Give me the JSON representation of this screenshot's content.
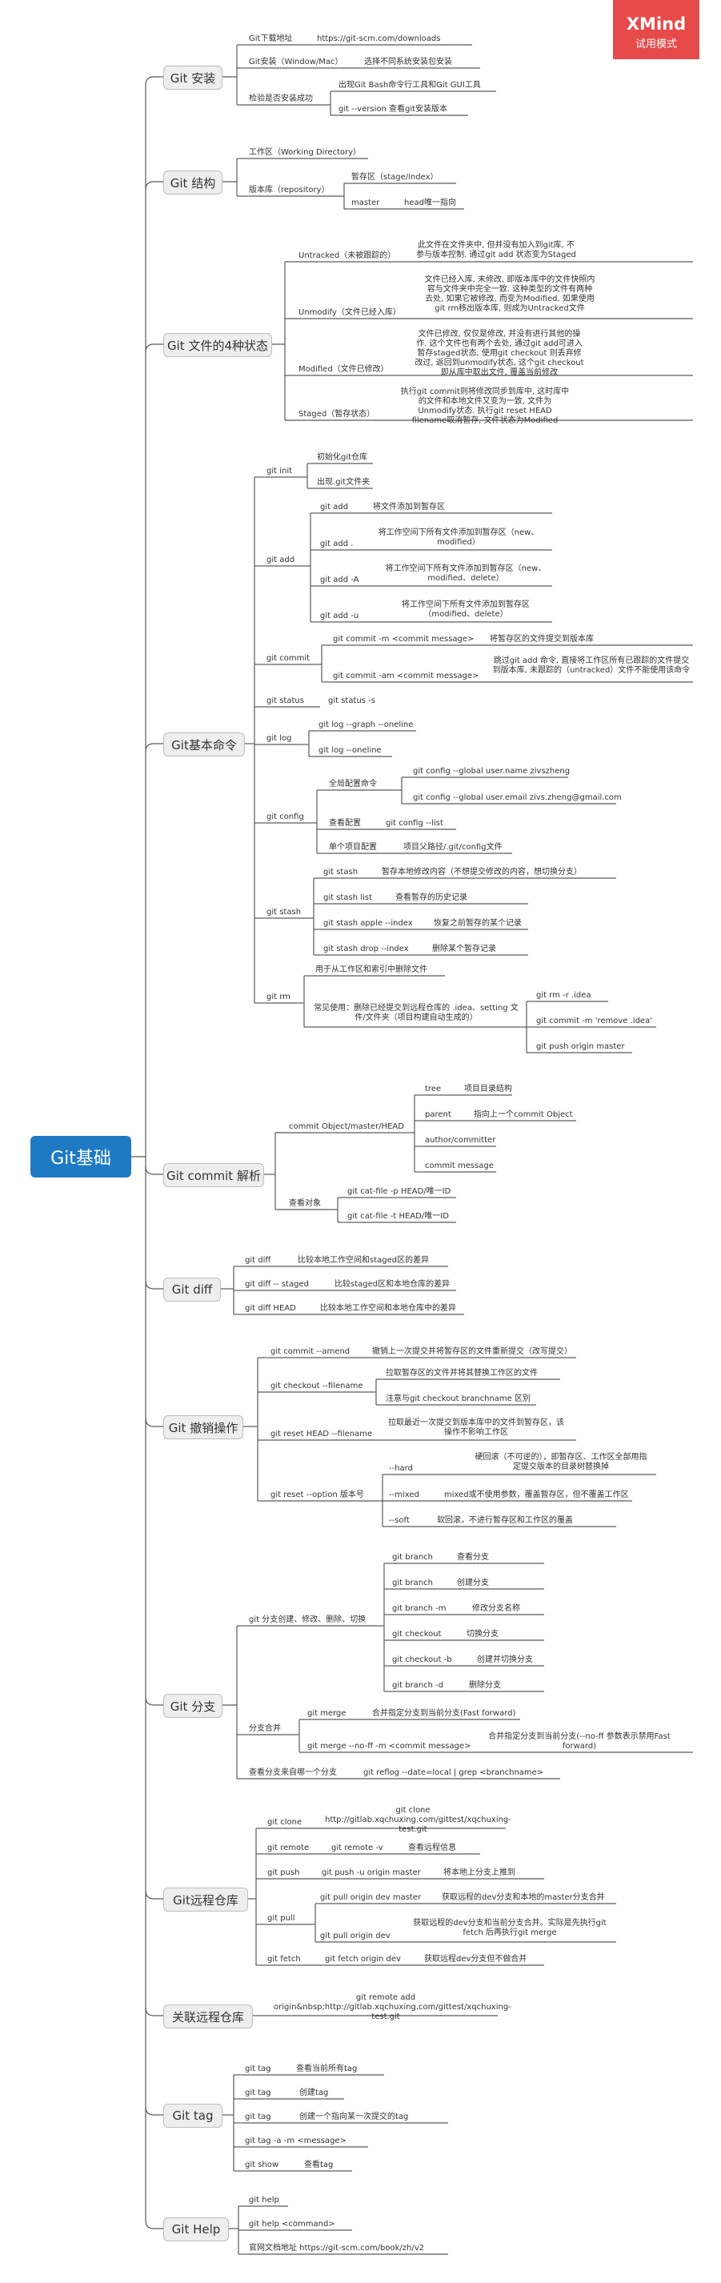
{
  "badge": {
    "brand": "XMind",
    "mode": "试用模式"
  },
  "root": "Git基础",
  "branches": {
    "install": {
      "label": "Git 安装",
      "download_key": "Git下载地址",
      "download_url": "https://git-scm.com/downloads",
      "install_key": "Git安装（Window/Mac）",
      "install_note": "选择不同系统安装包安装",
      "check_key": "检验是否安装成功",
      "check_1": "出现Git Bash命令行工具和Git GUI工具",
      "check_2": "git --version  查看git安装版本"
    },
    "structure": {
      "label": "Git 结构",
      "workdir": "工作区（Working Directory）",
      "repo": "版本库（repository）",
      "stage": "暂存区（stage/index）",
      "master": "master",
      "head": "head唯一指向"
    },
    "states": {
      "label": "Git 文件的4种状态",
      "untracked": "Untracked（未被跟踪的）",
      "untracked_desc": "此文件在文件夹中, 但并没有加入到git库, 不参与版本控制. 通过git add 状态变为Staged",
      "unmodify": "Unmodify（文件已经入库）",
      "unmodify_desc": "文件已经入库, 未修改, 即版本库中的文件快照内容与文件夹中完全一致. 这种类型的文件有两种去处, 如果它被修改, 而变为Modified. 如果使用git rm移出版本库, 则成为Untracked文件",
      "modified": "Modified（文件已修改）",
      "modified_desc": "文件已修改, 仅仅是修改, 并没有进行其他的操作. 这个文件也有两个去处, 通过git add可进入暂存staged状态, 使用git checkout 则丢弃修改过, 返回到unmodify状态, 这个git checkout即从库中取出文件, 覆盖当前修改",
      "staged": "Staged（暂存状态）",
      "staged_desc": "执行git commit则将修改同步到库中, 这时库中的文件和本地文件又变为一致, 文件为Unmodify状态. 执行git reset HEAD filename取消暂存, 文件状态为Modified"
    },
    "basic": {
      "label": "Git基本命令",
      "init": "git init",
      "init_1": "初始化git仓库",
      "init_2": "出现.git文件夹",
      "add": "git add",
      "add_1": "git add",
      "add_1_desc": "将文件添加到暂存区",
      "add_2": "git add .",
      "add_2_desc": "将工作空间下所有文件添加到暂存区（new、modified）",
      "add_3": "git add -A",
      "add_3_desc": "将工作空间下所有文件添加到暂存区（new、modified、delete）",
      "add_4": "git add -u",
      "add_4_desc": "将工作空间下所有文件添加到暂存区（modified、delete）",
      "commit": "git commit",
      "commit_1": "git commit -m <commit message>",
      "commit_1_desc": "将暂存区的文件提交到版本库",
      "commit_2": "git commit -am <commit message>",
      "commit_2_desc": "跳过git add 命令, 直接将工作区所有已跟踪的文件提交到版本库, 未跟踪的（untracked）文件不能使用该命令",
      "status": "git status",
      "status_1": "git status -s",
      "log": "git log",
      "log_1": "git log --graph --oneline",
      "log_2": "git log --oneline",
      "config": "git config",
      "config_global": "全局配置命令",
      "config_g1": "git config --global user.name zivszheng",
      "config_g2": "git config --global user.email zivs.zheng@gmail.com",
      "config_view": "查看配置",
      "config_view_cmd": "git config --list",
      "config_single": "单个项目配置",
      "config_single_path": "项目父路径/.git/config文件",
      "stash": "git stash",
      "stash_1": "git stash",
      "stash_1_desc": "暂存本地修改内容（不想提交修改的内容，想切换分支）",
      "stash_2": "git stash list",
      "stash_2_desc": "查看暂存的历史记录",
      "stash_3": "git stash apple --index",
      "stash_3_desc": "恢复之前暂存的某个记录",
      "stash_4": "git stash drop --index",
      "stash_4_desc": "删除某个暂存记录",
      "rm": "git rm",
      "rm_1": "用于从工作区和索引中删除文件",
      "rm_2": "常见使用：删除已经提交到远程仓库的 .idea、setting 文件/文件夹（项目构建自动生成的）",
      "rm_2a": "git rm -r .idea",
      "rm_2b": "git commit -m 'remove .idea'",
      "rm_2c": "git push origin master"
    },
    "commit_parse": {
      "label": "Git commit 解析",
      "head": "commit Object/master/HEAD",
      "tree": "tree",
      "tree_desc": "项目目录结构",
      "parent": "parent",
      "parent_desc": "指向上一个commit Object",
      "author": "author/committer",
      "message": "commit message",
      "view": "查看对象",
      "view_1": "git cat-file -p HEAD/唯一ID",
      "view_2": "git cat-file -t HEAD/唯一ID"
    },
    "diff": {
      "label": "Git diff",
      "d1": "git diff",
      "d1_desc": "比较本地工作空间和staged区的差异",
      "d2": "git diff -- staged",
      "d2_desc": "比较staged区和本地仓库的差异",
      "d3": "git diff HEAD",
      "d3_desc": "比较本地工作空间和本地仓库中的差异"
    },
    "undo": {
      "label": "Git 撤销操作",
      "amend": "git commit --amend",
      "amend_desc": "撤销上一次提交并将暂存区的文件重新提交（改写提交）",
      "checkout": "git checkout --filename",
      "checkout_1": "拉取暂存区的文件并将其替换工作区的文件",
      "checkout_2": "注意与git checkout branchname 区别",
      "reset_file": "git reset HEAD --filename",
      "reset_file_desc": "拉取最近一次提交到版本库中的文件到暂存区，该操作不影响工作区",
      "reset_opt": "git reset --option 版本号",
      "hard": "--hard",
      "hard_desc": "硬回滚（不可逆的），即暂存区、工作区全部用指定提交版本的目录树替换掉",
      "mixed": "--mixed",
      "mixed_desc": "mixed或不使用参数，覆盖暂存区，但不覆盖工作区",
      "soft": "--soft",
      "soft_desc": "软回滚，不进行暂存区和工作区的覆盖"
    },
    "branch": {
      "label": "Git 分支",
      "ops": "git 分支创建、修改、删除、切换",
      "b1": "git branch",
      "b1_desc": "查看分支",
      "b2": "git branch",
      "b2_desc": "创建分支",
      "b3": "git branch -m",
      "b3_desc": "修改分支名称",
      "b4": "git checkout",
      "b4_desc": "切换分支",
      "b5": "git checkout -b",
      "b5_desc": "创建并切换分支",
      "b6": "git branch -d",
      "b6_desc": "删除分支",
      "merge": "分支合并",
      "m1": "git merge",
      "m1_desc": "合并指定分支到当前分支(Fast forward)",
      "m2": "git merge --no-ff -m <commit message>",
      "m2_desc": "合并指定分支到当前分支(--no-ff 参数表示禁用Fast forward)",
      "reflog": "查看分支来自哪一个分支",
      "reflog_cmd": "git reflog --date=local | grep <branchname>"
    },
    "remote": {
      "label": "Git远程仓库",
      "clone": "git clone",
      "clone_cmd": "git clone http://gitlab.xqchuxing.com/gittest/xqchuxing-test.git",
      "remote": "git remote",
      "remote_cmd": "git remote -v",
      "remote_desc": "查看远程信息",
      "push": "git push",
      "push_cmd": "git push -u origin master",
      "push_desc": "将本地上分支上推到",
      "pull": "git pull",
      "pull_1": "git pull origin dev master",
      "pull_1_desc": "获取远程的dev分支和本地的master分支合并",
      "pull_2": "git pull origin dev",
      "pull_2_desc": "获取远程的dev分支和当前分支合并。实际是先执行git fetch 后再执行git merge",
      "fetch": "git fetch",
      "fetch_cmd": "git fetch origin dev",
      "fetch_desc": "获取远程dev分支但不做合并"
    },
    "link": {
      "label": "关联远程仓库",
      "cmd": "git remote add origin&nbsp;http://gitlab.xqchuxing.com/gittest/xqchuxing-test.git"
    },
    "tag": {
      "label": "Git tag",
      "t1": "git tag",
      "t1_desc": "查看当前所有tag",
      "t2": "git tag",
      "t2_desc": "创建tag",
      "t3": "git tag",
      "t3_desc": "创建一个指向某一次提交的tag",
      "t4": "git tag -a  -m <message>",
      "t5": "git show",
      "t5_desc": "查看tag"
    },
    "help": {
      "label": "Git Help",
      "h1": "git help",
      "h2": "git help <command>",
      "h3": "官网文档地址  https://git-scm.com/book/zh/v2"
    }
  }
}
